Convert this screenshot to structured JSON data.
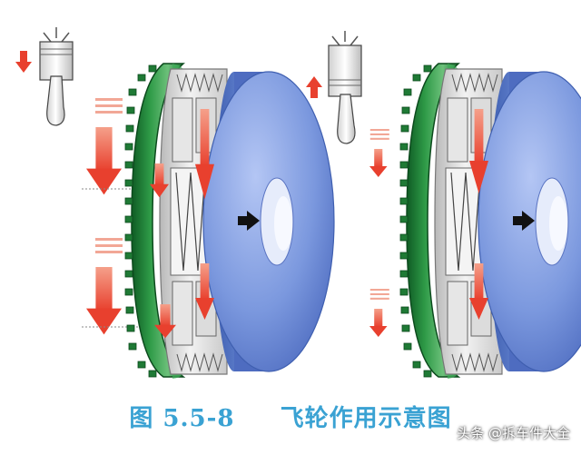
{
  "caption": {
    "figure_label": "图 5.5-8",
    "title": "飞轮作用示意图"
  },
  "watermark": "头条 @拆车件大全",
  "colors": {
    "gear_green": "#2e9a47",
    "gear_dark": "#0f5b24",
    "disc_blue": "#6f8fda",
    "disc_blue_light": "#9fb6f0",
    "disc_blue_dark": "#3f5fb0",
    "arrow_red": "#e8402e",
    "caption_blue": "#3aa2d3",
    "spring_gray": "#9a9a9a"
  },
  "icons": [
    "piston-down-icon",
    "piston-up-icon",
    "arrow-down-icon",
    "arrow-up-icon",
    "arrow-right-icon"
  ]
}
